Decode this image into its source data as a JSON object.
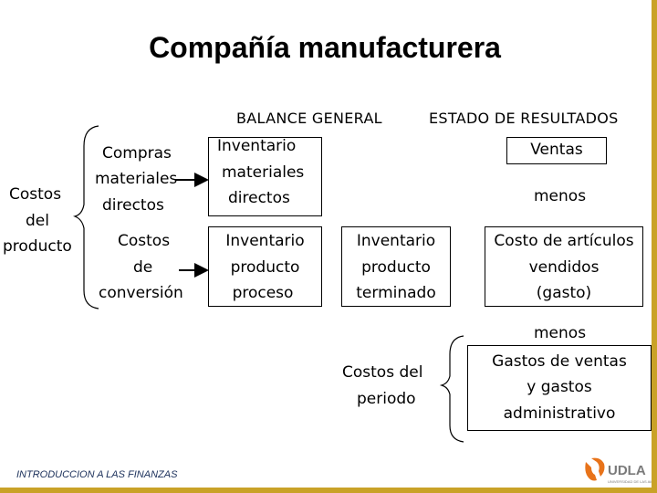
{
  "title": "Compañía manufacturera",
  "headers": {
    "balance": "BALANCE GENERAL",
    "results": "ESTADO DE RESULTADOS"
  },
  "costos_producto": [
    "Costos",
    "del",
    "producto"
  ],
  "compras": [
    "Compras",
    "materiales",
    "directos"
  ],
  "costos_conversion": [
    "Costos",
    "de",
    "conversión"
  ],
  "inv_materiales": [
    "Inventario",
    "materiales",
    "directos"
  ],
  "inv_producto_proceso": [
    "Inventario",
    "producto",
    "proceso"
  ],
  "inv_producto_terminado": [
    "Inventario",
    "producto",
    "terminado"
  ],
  "ventas": "Ventas",
  "menos_1": "menos",
  "costo_articulos": [
    "Costo de artículos",
    "vendidos",
    "(gasto)"
  ],
  "menos_2": "menos",
  "costos_periodo": [
    "Costos del",
    "periodo"
  ],
  "gastos": [
    "Gastos de ventas",
    "y gastos",
    "administrativo"
  ],
  "footer": "INTRODUCCION A LAS FINANZAS",
  "logo": {
    "text": "UDLA",
    "subtext": "UNIVERSIDAD DE LAS AMERICAS"
  },
  "colors": {
    "frame": "#c9a227",
    "logo_orange": "#e8731a",
    "logo_gray": "#7a7a7a"
  }
}
